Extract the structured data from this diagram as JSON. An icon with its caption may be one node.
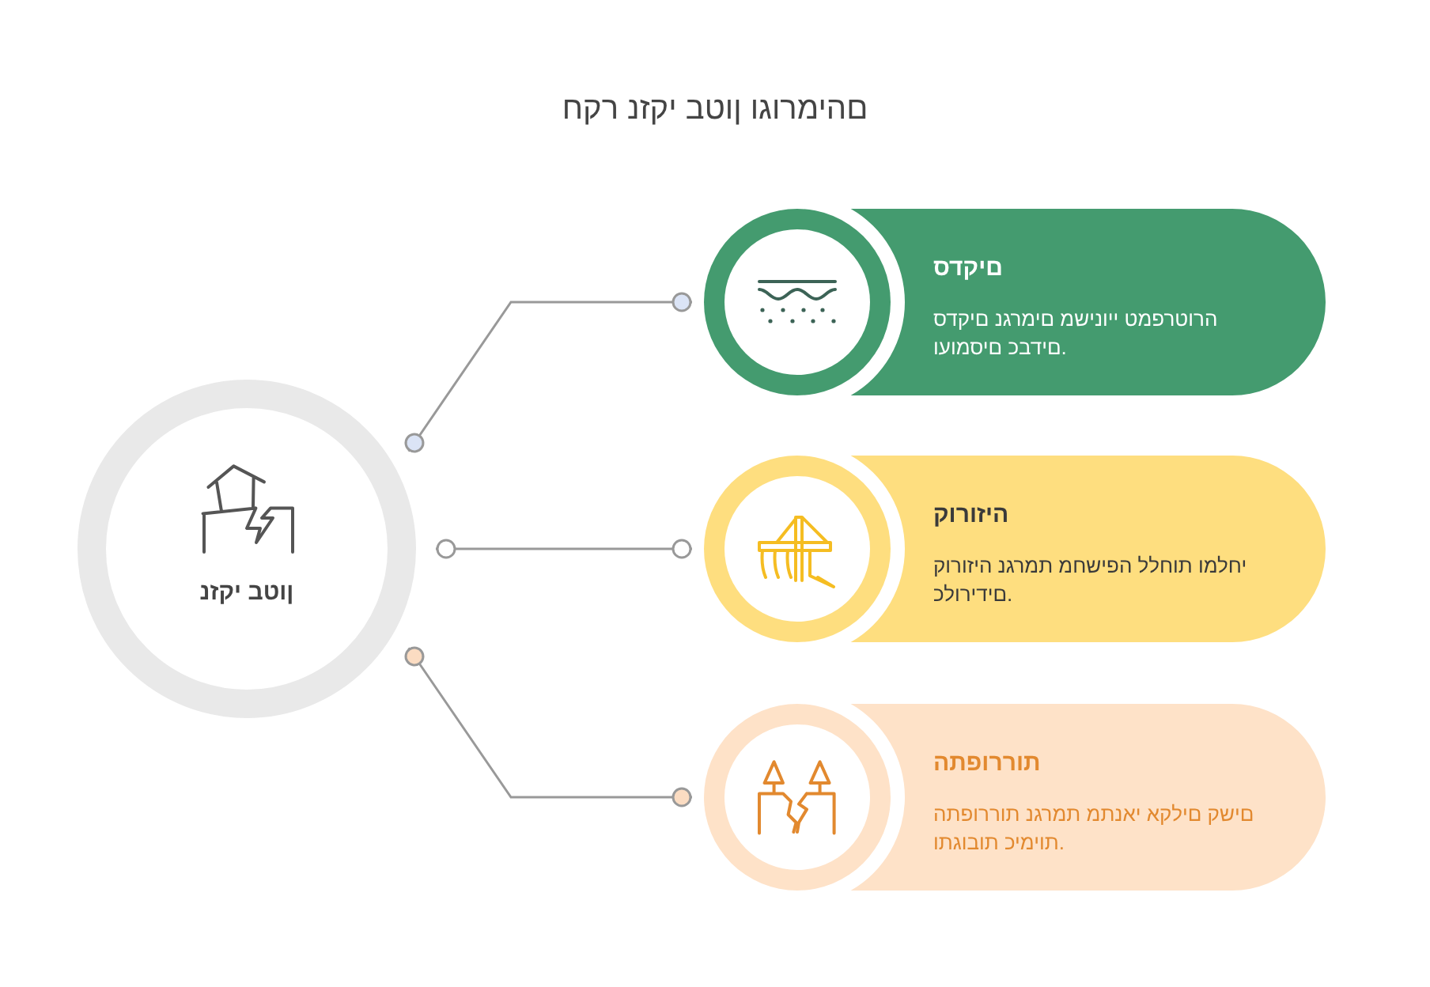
{
  "diagram": {
    "title": "חקר נזקי בטון וגורמיהם",
    "nodes": [
      {
        "text": [
          "נזקי בטון"
        ]
      },
      {
        "text": [
          "סדקים",
          "סדקים נגרמים משינויי טמפרטורה ועומסים כבדים."
        ]
      },
      {
        "text": [
          "קורוזיה",
          "קורוזיה נגרמת מחשיפה ללחות ומלחי כלורידים."
        ]
      },
      {
        "text": [
          "התפוררות",
          "התפוררות נגרמת מתנאי אקלים קשים ותגובות כימיות."
        ]
      }
    ],
    "edges": [
      {
        "from": 0,
        "to": 1,
        "arrow": "other"
      },
      {
        "from": 0,
        "to": 2,
        "arrow": "other"
      },
      {
        "from": 0,
        "to": 3,
        "arrow": "other"
      }
    ]
  }
}
